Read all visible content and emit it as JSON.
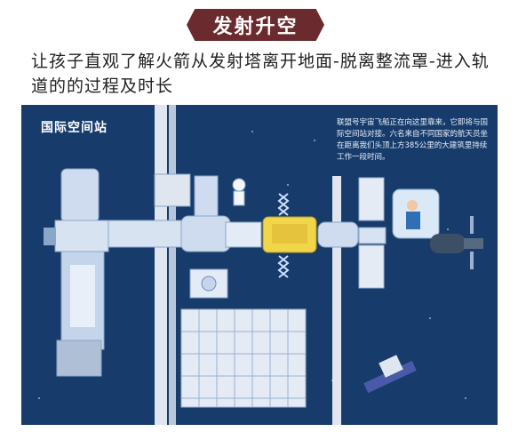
{
  "header": {
    "title": "发射升空"
  },
  "caption": "让孩子直观了解火箭从发射塔离开地面-脱离整流罩-进入轨道的的过程及时长",
  "illustration": {
    "title": "国际空间站",
    "info_text": "联盟号宇宙飞船正在向这里靠来，它即将与国际空间站对接。六名来自不同国家的航天员坐在距离我们头顶上方385公里的大建筑里持续工作一段时间。",
    "colors": {
      "background": "#173c6c",
      "banner": "#6b2a2e",
      "panel": "#dfe6f0"
    }
  }
}
